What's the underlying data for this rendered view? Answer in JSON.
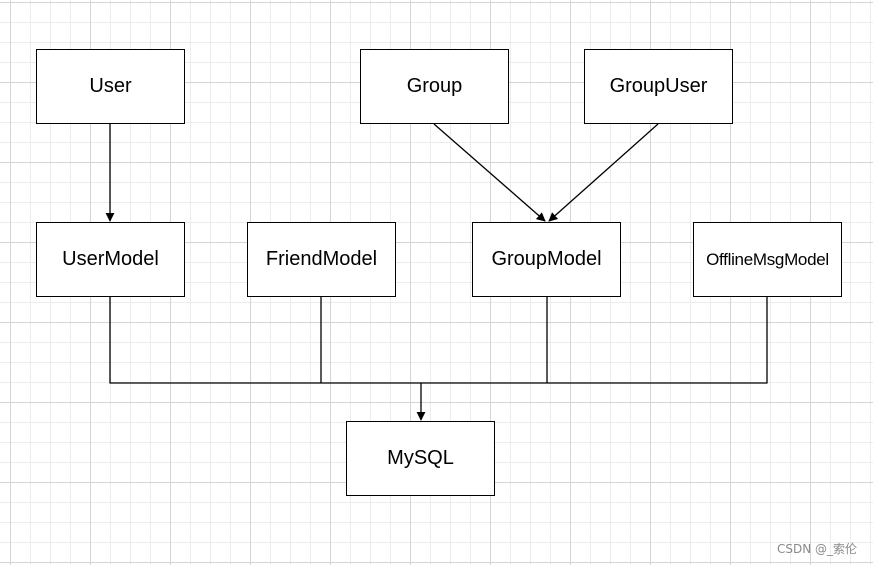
{
  "nodes": {
    "user": "User",
    "group": "Group",
    "group_user": "GroupUser",
    "user_model": "UserModel",
    "friend_model": "FriendModel",
    "group_model": "GroupModel",
    "offline_msg_model": "OfflineMsgModel",
    "mysql": "MySQL"
  },
  "edges": [
    {
      "from": "User",
      "to": "UserModel"
    },
    {
      "from": "Group",
      "to": "GroupModel"
    },
    {
      "from": "GroupUser",
      "to": "GroupModel"
    },
    {
      "from": "UserModel",
      "to": "MySQL"
    },
    {
      "from": "FriendModel",
      "to": "MySQL"
    },
    {
      "from": "GroupModel",
      "to": "MySQL"
    },
    {
      "from": "OfflineMsgModel",
      "to": "MySQL"
    }
  ],
  "watermark": "CSDN @_索伦",
  "colors": {
    "stroke": "#000000",
    "node_fill": "#ffffff",
    "grid": "#e6e6e6"
  }
}
